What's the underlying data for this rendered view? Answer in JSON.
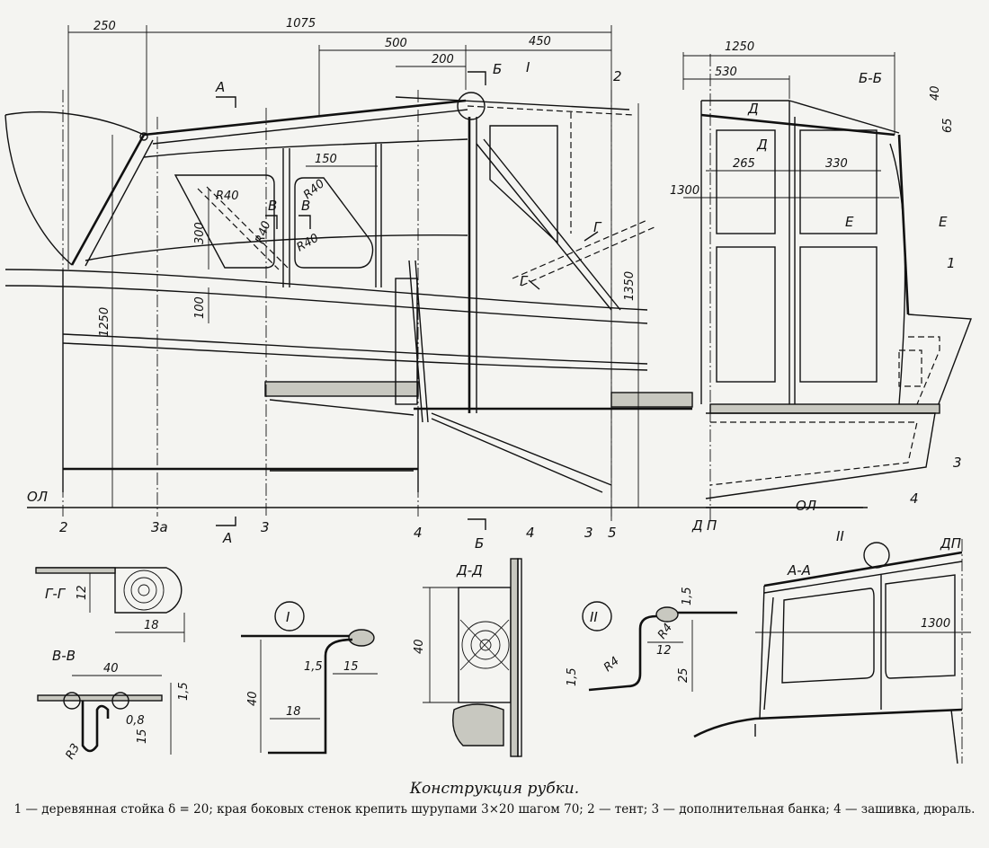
{
  "caption": {
    "title": "Конструкция рубки.",
    "legend": "1 — деревянная стойка δ = 20; края боковых стенок крепить шурупами 3×20 шагом 70; 2 — тент; 3 — дополнительная банка; 4 — зашивка, дюраль."
  },
  "side_view": {
    "dimensions": [
      "250",
      "1075",
      "500",
      "450",
      "200",
      "150",
      "300",
      "100",
      "1250",
      "1350"
    ],
    "radii": [
      "R40",
      "R40",
      "R40",
      "R40"
    ],
    "sections": [
      "А",
      "А",
      "Б",
      "Б",
      "В",
      "В",
      "Г",
      "Г"
    ],
    "callouts": [
      "I",
      "2"
    ],
    "frames": [
      "2",
      "3а",
      "3",
      "4",
      "5",
      "Д",
      "П"
    ],
    "baseline": "ОЛ",
    "parts": [
      "4",
      "3"
    ]
  },
  "section_bb": {
    "title": "Б-Б",
    "dimensions": [
      "1250",
      "530",
      "265",
      "330",
      "1300",
      "40",
      "65"
    ],
    "sections": [
      "Д",
      "Д",
      "Е",
      "Е"
    ],
    "parts": [
      "1",
      "3",
      "4"
    ],
    "baseline": "ОЛ"
  },
  "detail_gg": {
    "title": "Г-Г",
    "dimensions": [
      "12",
      "18"
    ]
  },
  "detail_vv": {
    "title": "В-В",
    "dimensions": [
      "40",
      "1,5",
      "0,8",
      "15",
      "R3"
    ]
  },
  "detail_i": {
    "title": "I",
    "dimensions": [
      "1,5",
      "15",
      "40",
      "18"
    ]
  },
  "detail_dd": {
    "title": "Д-Д",
    "dimensions": [
      "40"
    ]
  },
  "detail_ii": {
    "title": "II",
    "dimensions": [
      "1,5",
      "12",
      "R4",
      "R4",
      "25",
      "1,5"
    ]
  },
  "section_aa": {
    "title": "А-А",
    "callout": "II",
    "marker": "ДП",
    "dimensions": [
      "1300"
    ]
  }
}
